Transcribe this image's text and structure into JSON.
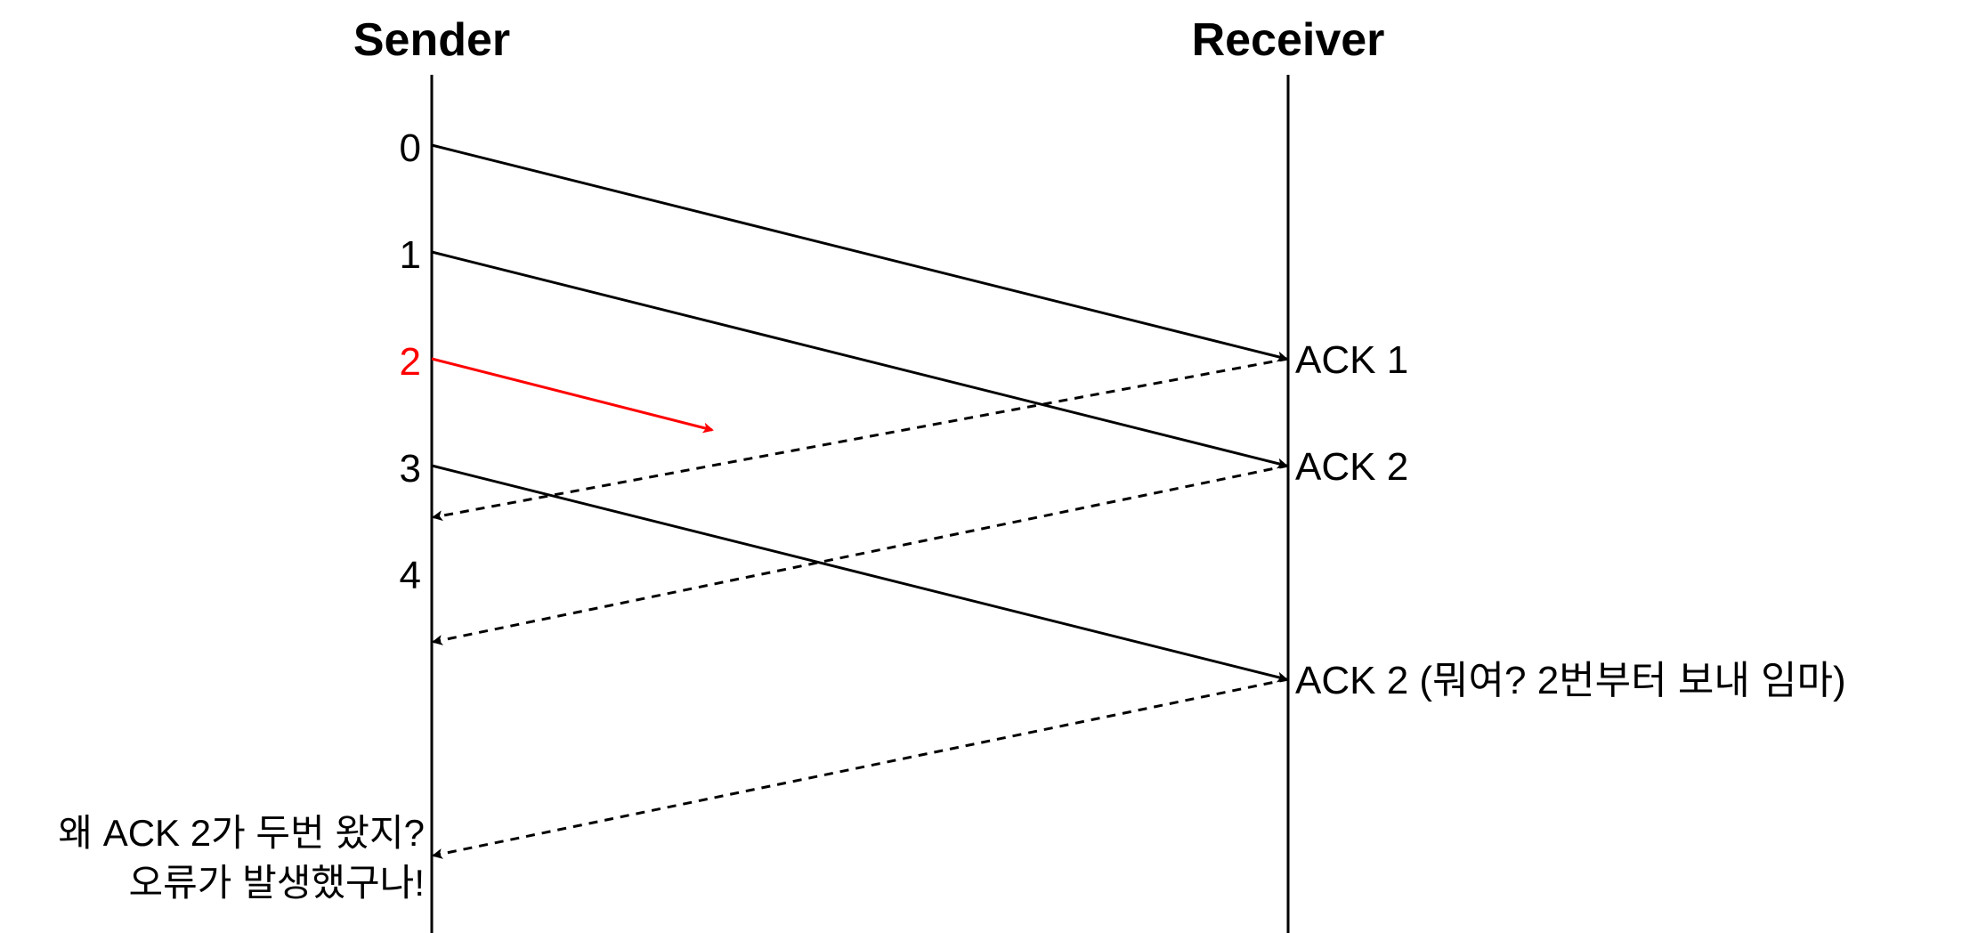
{
  "participants": {
    "sender": "Sender",
    "receiver": "Receiver"
  },
  "sequence_labels": [
    "0",
    "1",
    "2",
    "3",
    "4"
  ],
  "ack_labels": [
    "ACK 1",
    "ACK 2",
    "ACK 2 (뭐여? 2번부터 보내 임마)"
  ],
  "sender_note": {
    "line1": "왜 ACK 2가 두번 왔지?",
    "line2": "오류가 발생했구나!"
  },
  "colors": {
    "line": "#000000",
    "lost_packet": "#ff0000"
  }
}
